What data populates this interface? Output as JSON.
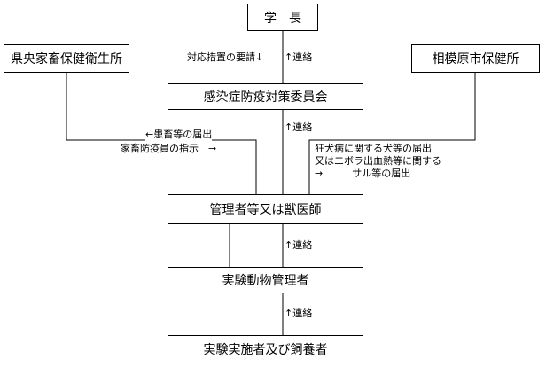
{
  "nodes": {
    "president": "学　長",
    "prefecture_office": "県央家畜保健衛生所",
    "city_office": "相模原市保健所",
    "committee": "感染症防疫対策委員会",
    "manager": "管理者等又は獣医師",
    "animal_manager": "実験動物管理者",
    "experimenter": "実験実施者及び飼養者"
  },
  "labels": {
    "request": "対応措置の要請↓",
    "contact_1": "↑連絡",
    "contact_2": "↑連絡",
    "contact_3": "↑連絡",
    "contact_4": "↑連絡",
    "pref_report": "←患畜等の届出",
    "pref_instruct": "家畜防疫員の指示　→",
    "city_line1": "狂犬病に関する犬等の届出",
    "city_line2": "又はエボラ出血熱等に関する",
    "city_line3": "→　　　サル等の届出"
  }
}
